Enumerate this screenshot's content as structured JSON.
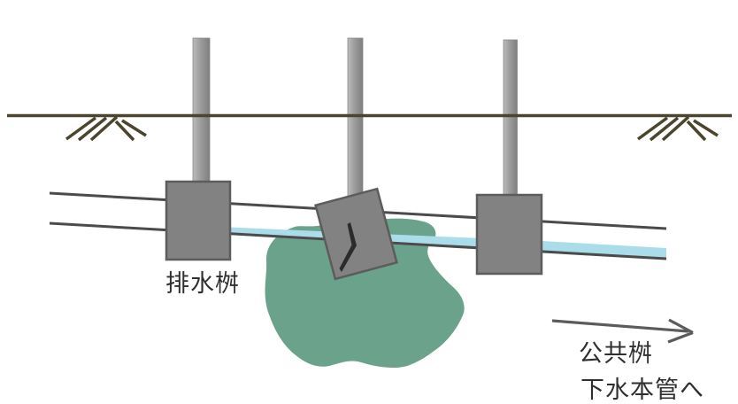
{
  "labels": {
    "drain_basin": "排水桝",
    "public_basin": "公共桝",
    "to_sewer_main": "下水本管へ"
  },
  "colors": {
    "background": "#FFFFFF",
    "ground": "#4A452C",
    "pipe_line": "#4B4B4B",
    "water": "#AADCEA",
    "leak_green": "#6AA28C",
    "basin_gray": "#828282",
    "basin_border": "#5C5C5C",
    "riser_light": "#BCBCBC",
    "riser_mid": "#9C9C9C",
    "riser_dark": "#7E7E7E",
    "riser_edge": "#8A8A8A",
    "crack": "#2B2B2B",
    "arrow": "#5B5B5B",
    "text": "#2F2F2F"
  }
}
